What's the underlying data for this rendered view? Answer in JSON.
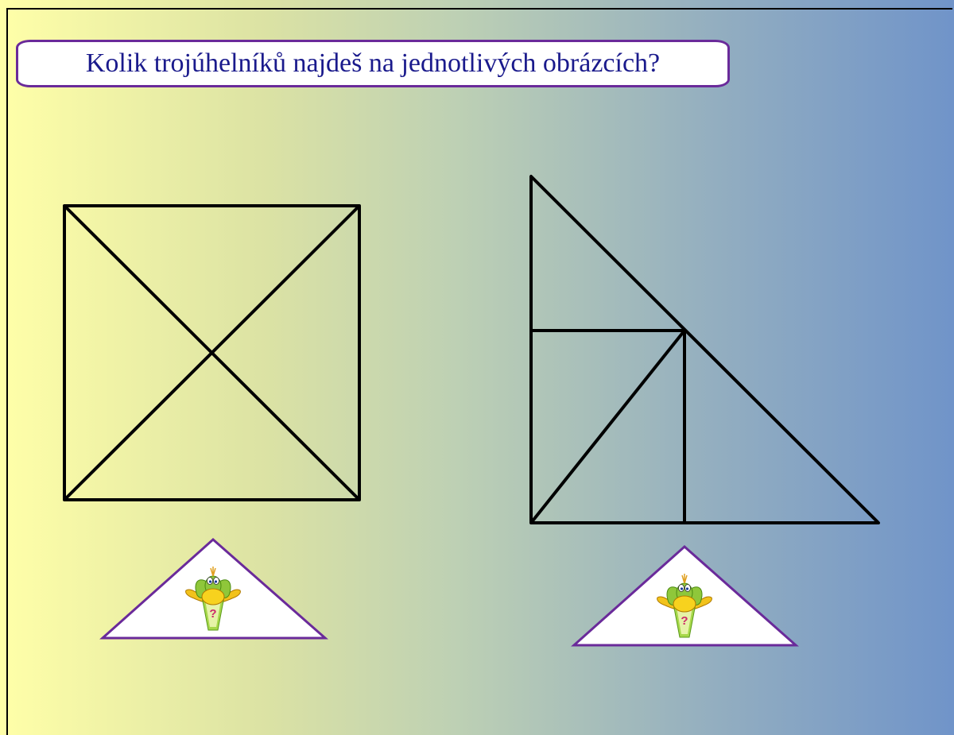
{
  "slide": {
    "title": "Kolik trojúhelníků najdeš na jednotlivých obrázcích?",
    "accent_color": "#6a2a9a",
    "title_color": "#1a1a8c"
  },
  "figures": [
    {
      "name": "square-with-diagonals"
    },
    {
      "name": "right-triangle-subdivided"
    }
  ],
  "answer_buttons": [
    {
      "icon": "confused-bird-icon",
      "mark": "?"
    },
    {
      "icon": "confused-bird-icon",
      "mark": "?"
    }
  ]
}
